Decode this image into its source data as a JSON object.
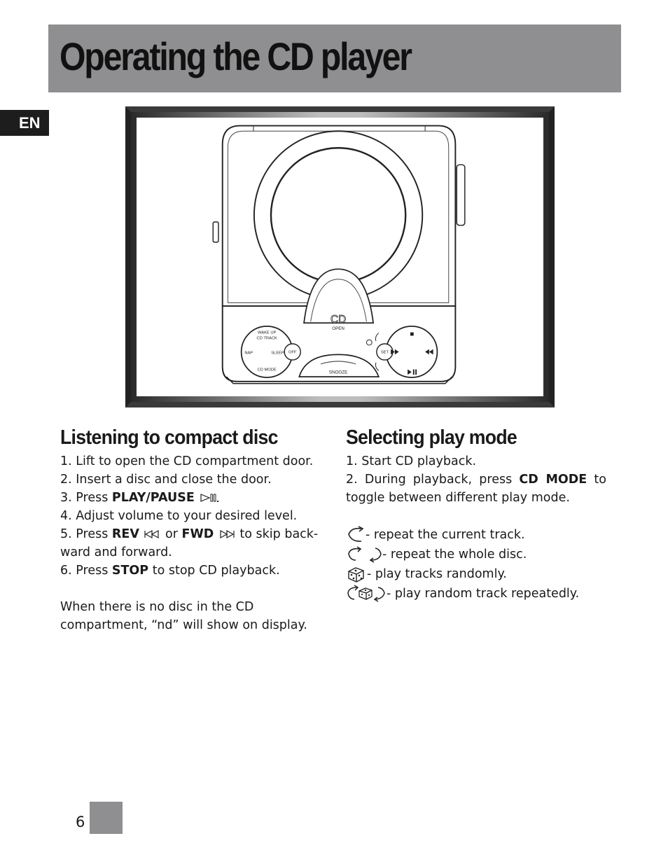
{
  "page": {
    "title": "Operating the CD player",
    "language_tab": "EN",
    "page_number": "6"
  },
  "figure": {
    "device_labels": {
      "wake_up": "WAKE UP",
      "cd_track": "CD  TRACK",
      "nap": "NAP",
      "sleep": "SLEEP",
      "off": "OFF",
      "cd_mode": "CD  MODE",
      "cd": "CD",
      "open": "OPEN",
      "set": "SET",
      "snooze": "SNOOZE"
    }
  },
  "left_section": {
    "heading": "Listening to compact disc",
    "step1": "1. Lift to open the CD compartment door.",
    "step2": "2. Insert a disc and close the door.",
    "step3_pre": "3. Press ",
    "step3_key": "PLAY/PAUSE",
    "step4": "4. Adjust volume to your desired level.",
    "step5_pre": "5. Press ",
    "step5_key1": "REV",
    "step5_mid": " or ",
    "step5_key2": "FWD",
    "step5_post": " to skip back-",
    "step5_cont": "ward and forward.",
    "step6_pre": "6. Press ",
    "step6_key": "STOP",
    "step6_post": " to stop CD playback.",
    "note_line1": "When there is no disc in the CD",
    "note_line2": "compartment, “nd” will show on display."
  },
  "right_section": {
    "heading": "Selecting play mode",
    "step1": "1. Start CD playback.",
    "step2_pre": "2. During playback, press ",
    "step2_key": "CD MODE",
    "step2_post": " to",
    "step2_cont": "toggle between different play mode.",
    "modes": [
      {
        "icon": "repeat-one-icon",
        "text": "- repeat the current track."
      },
      {
        "icon": "repeat-all-icon",
        "text": "- repeat the whole disc."
      },
      {
        "icon": "dice-icon",
        "text": " - play tracks randomly."
      },
      {
        "icon": "repeat-random-icon",
        "text": " - play random track repeatedly."
      }
    ]
  }
}
